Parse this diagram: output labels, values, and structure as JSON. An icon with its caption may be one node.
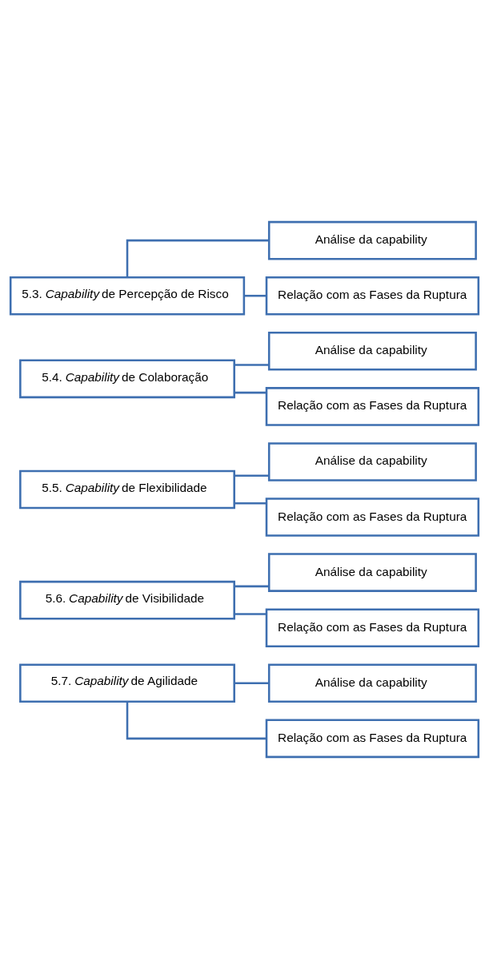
{
  "diagram": {
    "nodes": [
      {
        "text": [
          "5.3. *Capability* de Percepção de Risco"
        ]
      },
      {
        "text": [
          "Análise da capability"
        ]
      },
      {
        "text": [
          "Relação com as Fases da Ruptura"
        ]
      },
      {
        "text": [
          "5.4. *Capability* de Colaboração"
        ]
      },
      {
        "text": [
          "Análise da capability"
        ]
      },
      {
        "text": [
          "Relação com as Fases da Ruptura"
        ]
      },
      {
        "text": [
          "5.5. *Capability* de Flexibilidade"
        ]
      },
      {
        "text": [
          "Análise da capability"
        ]
      },
      {
        "text": [
          "Relação com as Fases da Ruptura"
        ]
      },
      {
        "text": [
          "5.6. *Capability* de Visibilidade"
        ]
      },
      {
        "text": [
          "Análise da capability"
        ]
      },
      {
        "text": [
          "Relação com as Fases da Ruptura"
        ]
      },
      {
        "text": [
          "5.7. *Capability* de Agilidade"
        ]
      },
      {
        "text": [
          "Análise da capability"
        ]
      },
      {
        "text": [
          "Relação com as Fases da Ruptura"
        ]
      }
    ],
    "edges": [
      {
        "from": 0,
        "to": 1,
        "arrow": "none"
      },
      {
        "from": 0,
        "to": 2,
        "arrow": "none"
      },
      {
        "from": 3,
        "to": 4,
        "arrow": "none"
      },
      {
        "from": 3,
        "to": 5,
        "arrow": "none"
      },
      {
        "from": 6,
        "to": 7,
        "arrow": "none"
      },
      {
        "from": 6,
        "to": 8,
        "arrow": "none"
      },
      {
        "from": 9,
        "to": 10,
        "arrow": "none"
      },
      {
        "from": 9,
        "to": 11,
        "arrow": "none"
      },
      {
        "from": 12,
        "to": 13,
        "arrow": "none"
      },
      {
        "from": 12,
        "to": 14,
        "arrow": "none"
      }
    ]
  }
}
